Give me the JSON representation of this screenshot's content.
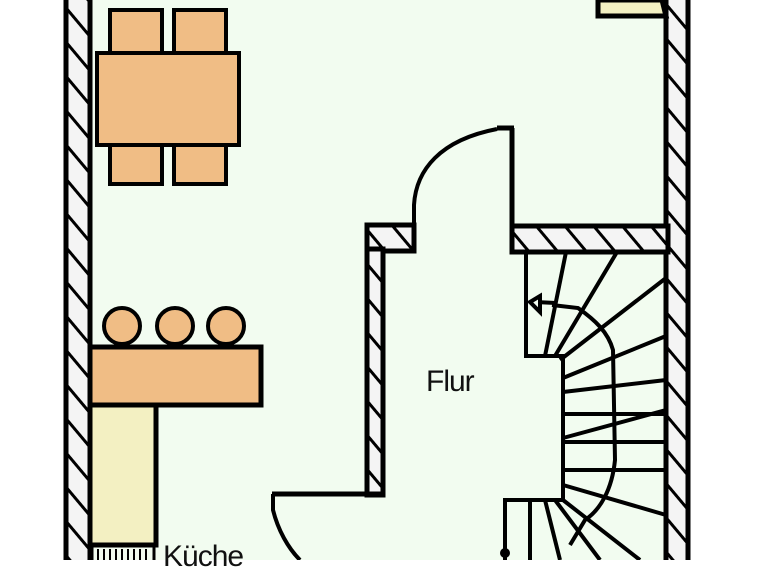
{
  "diagram": {
    "type": "floor-plan",
    "colors": {
      "floor": "#f2fcf0",
      "wall_outline": "#000000",
      "wall_fill": "#f4f4f4",
      "furniture_wood": "#f0bd85",
      "counter_cream": "#f3f0c2",
      "background": "#ffffff"
    },
    "rooms": [
      {
        "id": "flur",
        "label": "Flur"
      },
      {
        "id": "kueche",
        "label": "Küche"
      }
    ],
    "furniture": [
      {
        "name": "dining-table",
        "chairs": 4
      },
      {
        "name": "bar-counter",
        "stools": 3
      },
      {
        "name": "kitchen-counter"
      },
      {
        "name": "radiator"
      },
      {
        "name": "cabinet-top-right"
      }
    ],
    "elements": [
      {
        "name": "spiral-staircase",
        "direction_arrow": "up-left"
      },
      {
        "name": "door-swing-hall-top"
      },
      {
        "name": "door-swing-hall-bottom"
      }
    ]
  }
}
